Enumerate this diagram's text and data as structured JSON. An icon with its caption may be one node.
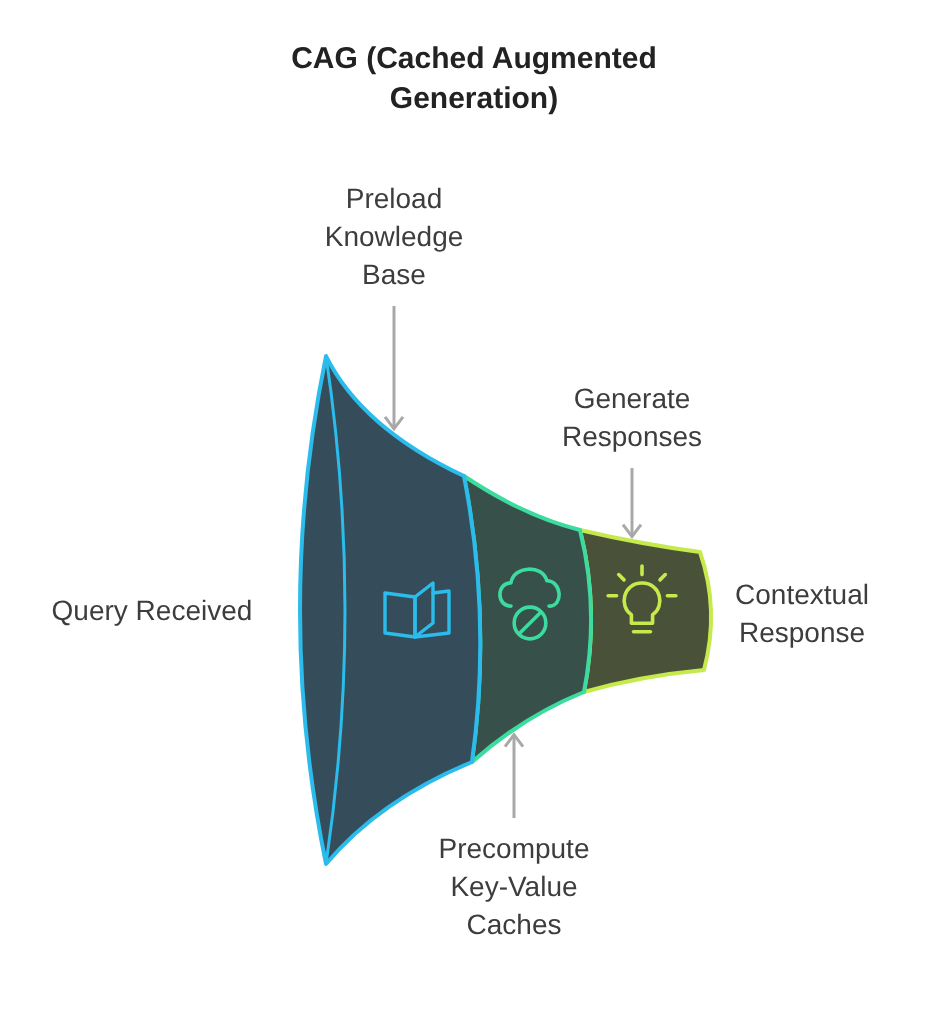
{
  "diagram": {
    "title": "CAG (Cached Augmented Generation)",
    "nodes": [
      {
        "text": [
          "Preload Knowledge Base"
        ]
      },
      {
        "text": [
          "Generate Responses"
        ]
      },
      {
        "text": [],
        "shape": "funnel"
      },
      {
        "text": [],
        "shape": "funnel"
      },
      {
        "text": [],
        "shape": "funnel"
      },
      {
        "text": [
          "Precompute Key-Value Caches"
        ]
      }
    ],
    "edges": [
      {
        "from": 0,
        "to": 2,
        "arrow": "to"
      },
      {
        "from": 1,
        "to": 4,
        "arrow": "to"
      },
      {
        "from": 5,
        "to": 3,
        "arrow": "to"
      }
    ],
    "labels": [
      "Query Received",
      "Contextual Response"
    ]
  }
}
